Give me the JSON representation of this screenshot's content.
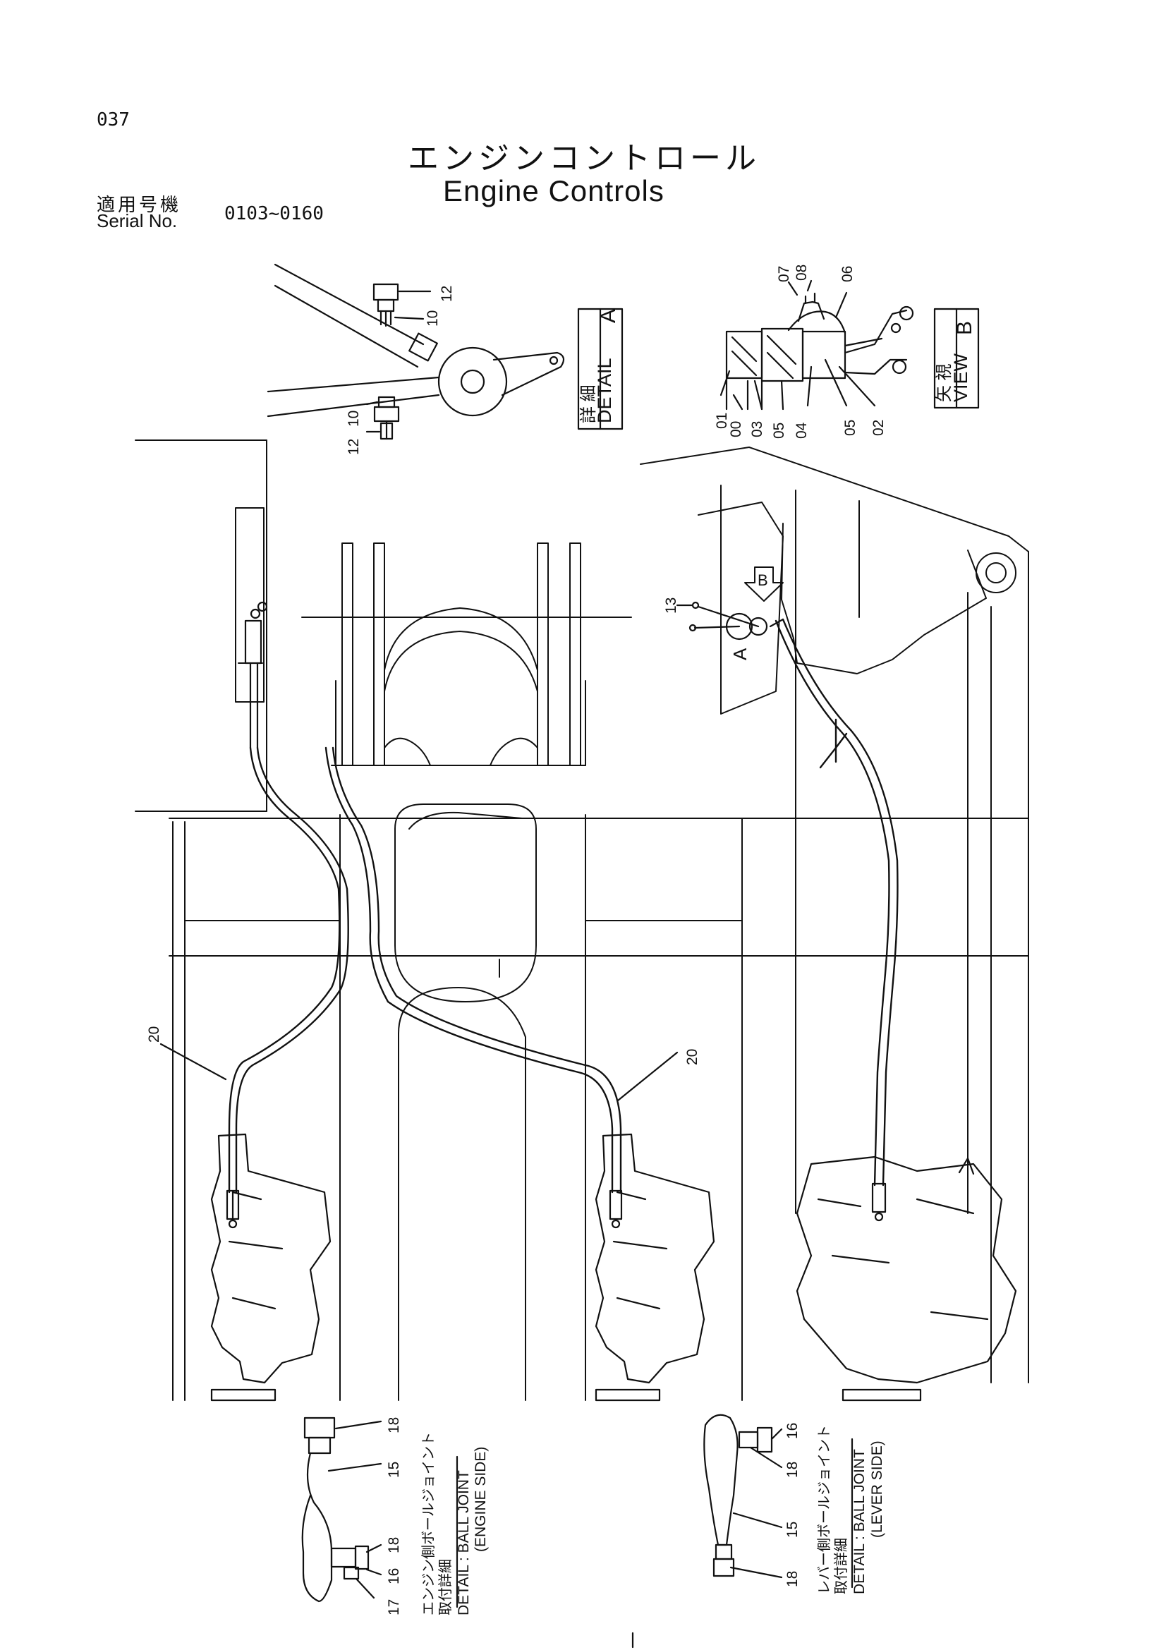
{
  "header": {
    "page_number": "037",
    "title_jp": "エンジンコントロール",
    "title_en": "Engine Controls",
    "serial_label_jp": "適用号機",
    "serial_label_en": "Serial No.",
    "serial_range": "0103~0160"
  },
  "detail_a": {
    "label_jp": "詳 細",
    "label_en": "DETAIL",
    "letter": "A",
    "callouts": [
      "12",
      "10",
      "10",
      "12"
    ]
  },
  "view_b": {
    "label_jp": "矢 視",
    "label_en": "VIEW",
    "letter": "B",
    "callouts": [
      "07",
      "08",
      "06",
      "01",
      "00",
      "03",
      "05",
      "04",
      "05",
      "02"
    ]
  },
  "main": {
    "arrow_b": "B",
    "lever_letter": "A",
    "callout_13": "13",
    "callout_20_left": "20",
    "callout_20_right": "20"
  },
  "detail_engine": {
    "label_jp": "エンジン側ボールジョイント",
    "label_jp2": "取付詳細",
    "label_en": "DETAIL : BALL JOINT",
    "label_en2": "(ENGINE SIDE)",
    "callouts": [
      "18",
      "15",
      "18",
      "16",
      "17"
    ]
  },
  "detail_lever": {
    "label_jp": "レバー側ボールジョイント",
    "label_jp2": "取付詳細",
    "label_en": "DETAIL : BALL JOINT",
    "label_en2": "(LEVER SIDE)",
    "callouts": [
      "16",
      "18",
      "15",
      "18"
    ]
  },
  "colors": {
    "ink": "#111111",
    "paper": "#ffffff"
  }
}
